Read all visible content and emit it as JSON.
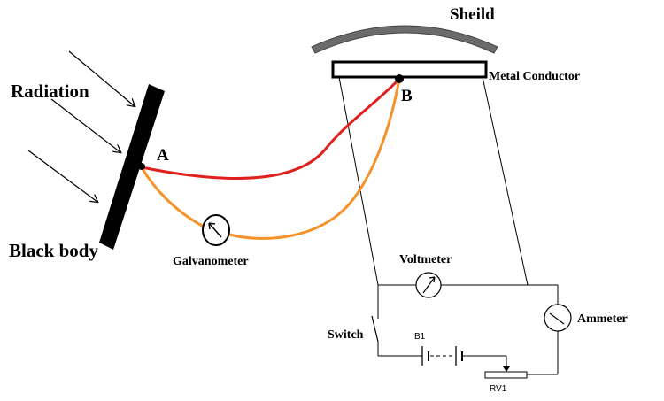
{
  "labels": {
    "radiation": "Radiation",
    "black_body": "Black body",
    "point_a": "A",
    "point_b": "B",
    "shield": "Sheild",
    "metal_conductor": "Metal Conductor",
    "galvanometer": "Galvanometer",
    "voltmeter": "Voltmeter",
    "ammeter": "Ammeter",
    "switch": "Switch",
    "battery": "B1",
    "rheostat": "RV1"
  },
  "colors": {
    "wire_red": "#e0201c",
    "wire_orange": "#f5922a",
    "body": "#000000",
    "shield": "#6b6b6b"
  }
}
